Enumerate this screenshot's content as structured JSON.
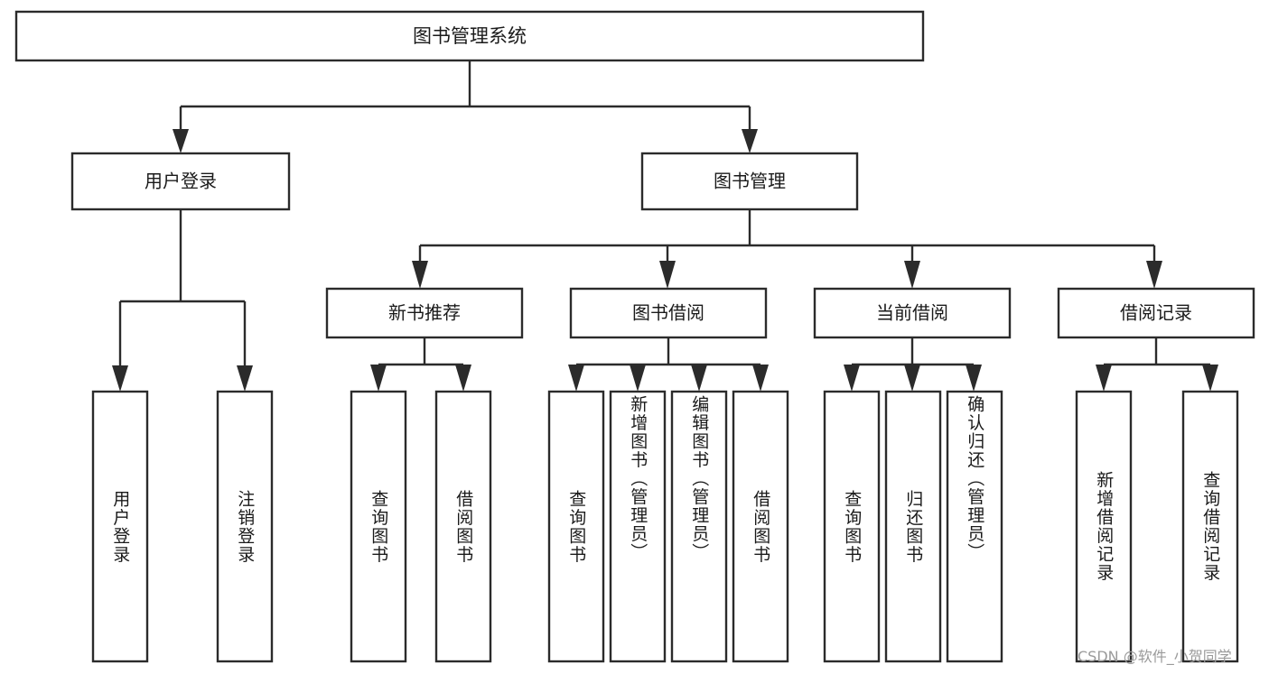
{
  "diagram": {
    "title": "图书管理系统",
    "type": "hierarchy-tree",
    "colors": {
      "stroke": "#2b2b2b",
      "box_fill": "#ffffff",
      "text": "#1a1a1a",
      "background": "#ffffff",
      "watermark": "#9a9a9a"
    },
    "root": {
      "label": "图书管理系统"
    },
    "level1": [
      {
        "label": "用户登录"
      },
      {
        "label": "图书管理"
      }
    ],
    "level2": [
      {
        "label": "新书推荐"
      },
      {
        "label": "图书借阅"
      },
      {
        "label": "当前借阅"
      },
      {
        "label": "借阅记录"
      }
    ],
    "leaves_user_login": [
      {
        "label": "用户登录"
      },
      {
        "label": "注销登录"
      }
    ],
    "leaves_new_book": [
      {
        "label": "查询图书"
      },
      {
        "label": "借阅图书"
      }
    ],
    "leaves_borrow": [
      {
        "label": "查询图书"
      },
      {
        "label": "新增图书（管理员）"
      },
      {
        "label": "编辑图书（管理员）"
      },
      {
        "label": "借阅图书"
      }
    ],
    "leaves_current": [
      {
        "label": "查询图书"
      },
      {
        "label": "归还图书"
      },
      {
        "label": "确认归还（管理员）"
      }
    ],
    "leaves_records": [
      {
        "label": "新增借阅记录"
      },
      {
        "label": "查询借阅记录"
      }
    ],
    "watermark": "CSDN @软件_小贺同学"
  }
}
